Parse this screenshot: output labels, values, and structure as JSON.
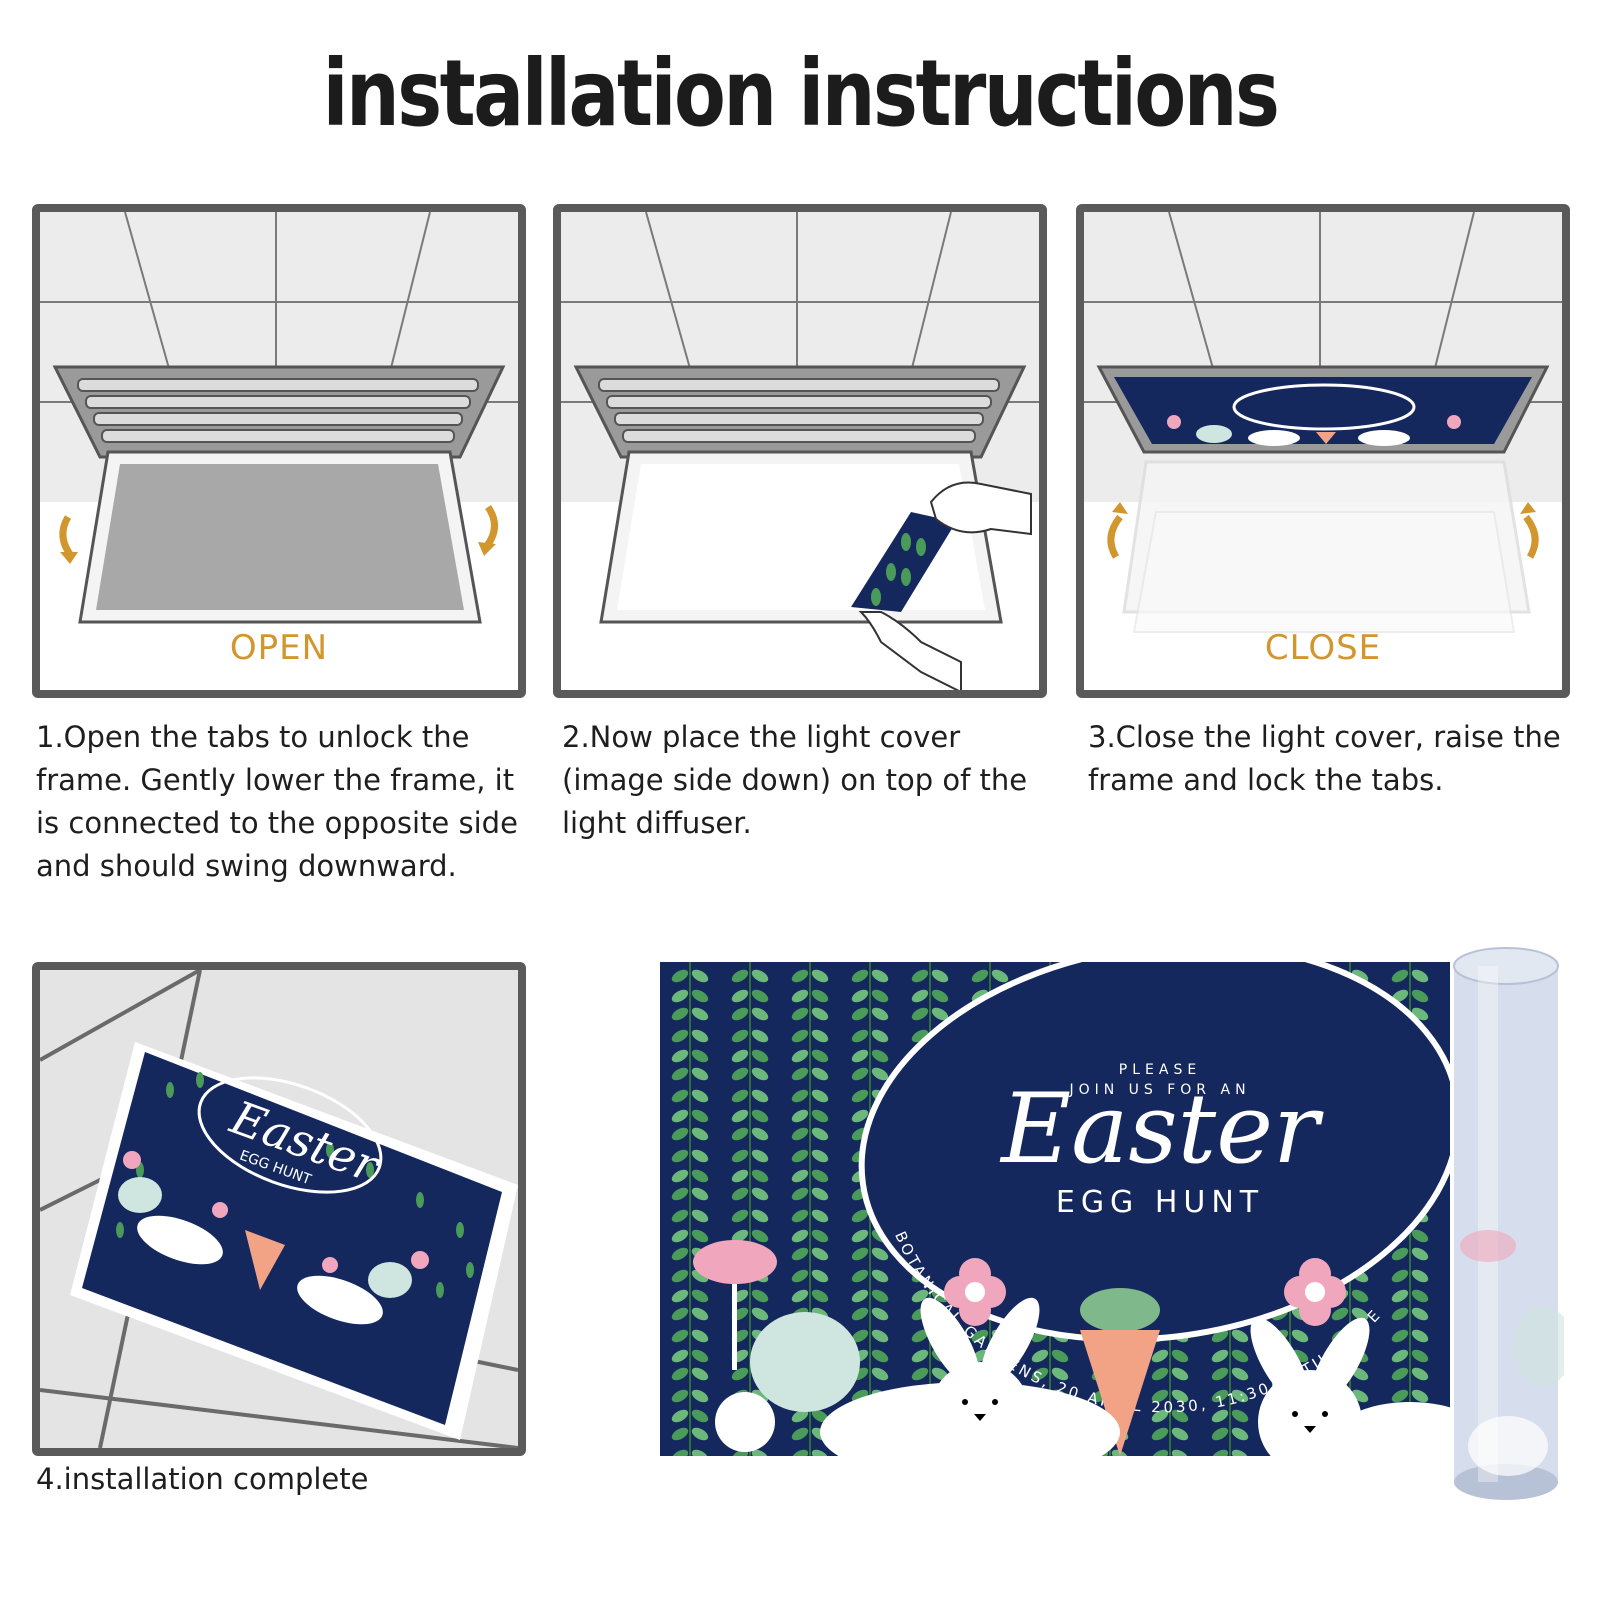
{
  "title": "installation instructions",
  "steps": [
    {
      "label": "OPEN",
      "text": "1.Open the tabs to unlock the frame. Gently lower the frame, it is connected to the opposite side and should swing downward."
    },
    {
      "label": "",
      "text": "2.Now place the light cover (image side down) on top of the light diffuser."
    },
    {
      "label": "CLOSE",
      "text": "3.Close the light cover, raise the frame and lock the tabs."
    },
    {
      "label": "",
      "text": "4.installation complete"
    }
  ],
  "poster": {
    "line1": "PLEASE",
    "line2": "JOIN US FOR AN",
    "script": "Easter",
    "subtitle": "EGG HUNT",
    "arc_text": "BOTANICAL GARDENS, 20 APRIL 2030, 11:30AM TILL LATE"
  },
  "colors": {
    "accent": "#d2962e",
    "navy": "#15285e",
    "leaf": "#4a9a5a",
    "pink": "#f0a7bd",
    "carrot": "#f2a386",
    "frame": "#5a5a5a"
  }
}
